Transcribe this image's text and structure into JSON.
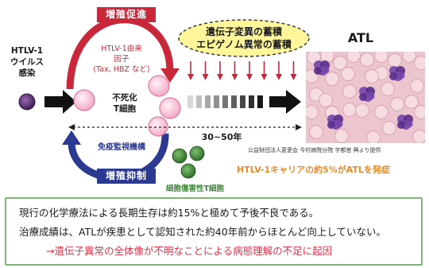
{
  "infection": {
    "lines": [
      "HTLV-1",
      "ウイルス",
      "感染"
    ]
  },
  "immortalized": {
    "lines": [
      "不死化",
      "T細胞"
    ]
  },
  "promotion": {
    "label": "増殖促進",
    "factor_lines": [
      "HTLV-1由来",
      "因子",
      "(Tax, HBZ など)"
    ]
  },
  "suppression": {
    "label": "増殖抑制",
    "mechanism": "免疫監視機構"
  },
  "accumulation": {
    "lines": [
      "遺伝子変異の蓄積",
      "エピゲノム異常の蓄積"
    ]
  },
  "duration": "30~50年",
  "atl_label": "ATL",
  "credit": "公益財団法人恵愛会 今村病院分院 宇都宮 興より提供",
  "incidence": "HTLV-1キャリアの約5%がATLを発症",
  "ctl_label": "細胞傷害性T細胞",
  "summary": {
    "line1": "現行の化学療法による長期生存は約15%と極めて予後不良である。",
    "line2": "治療成績は、ATLが疾患として認知された約40年前からほとんど向上していない。",
    "line3": "→遺伝子異常の全体像が不明なことによる病態理解の不足に起因"
  },
  "colors": {
    "promotion": "#c9283a",
    "suppression": "#2b3990",
    "incidence": "#e8892a",
    "ctl": "#3d8b37",
    "conclusion": "#e0334a",
    "accumulation_fill": "#fff59a"
  }
}
